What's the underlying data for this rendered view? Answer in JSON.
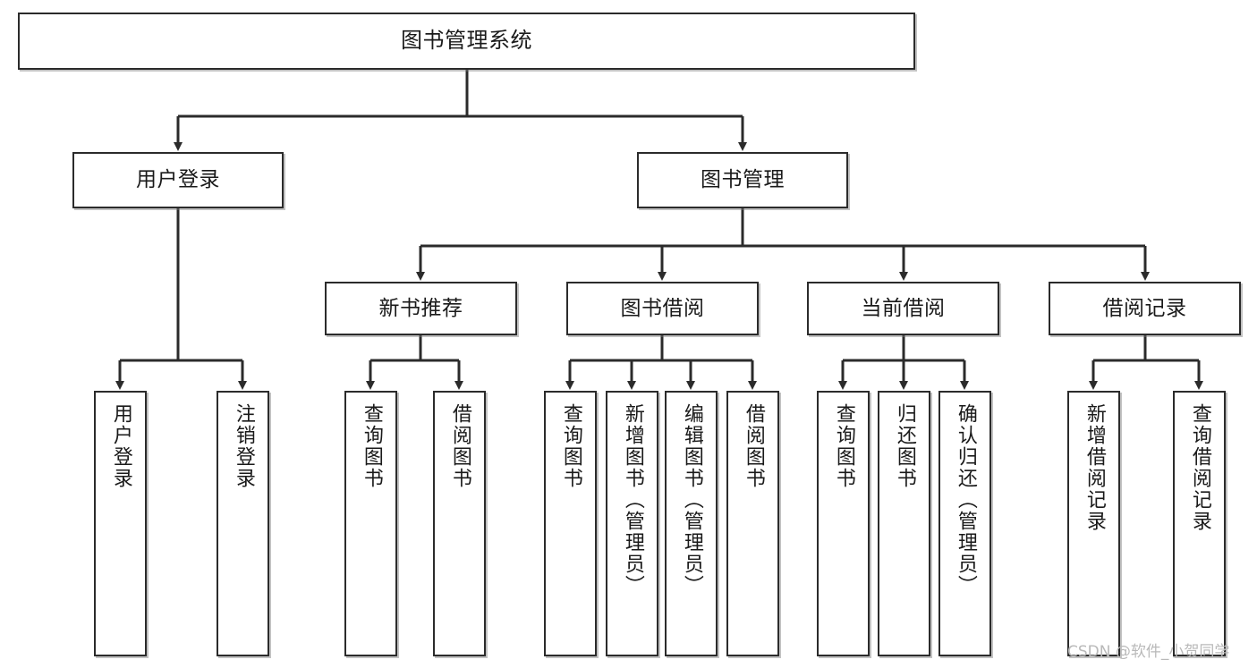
{
  "diagram": {
    "title": "图书管理系统",
    "watermark": "CSDN @软件_小贺同学",
    "colors": {
      "stroke": "#2b2b2b",
      "fill": "#ffffff",
      "text": "#1a1a1a",
      "watermark": "#b9b9b9"
    }
  },
  "nodes": {
    "root": {
      "label": "图书管理系统"
    },
    "level2": [
      {
        "label": "用户登录"
      },
      {
        "label": "图书管理"
      }
    ],
    "level3": [
      {
        "label": "新书推荐"
      },
      {
        "label": "图书借阅"
      },
      {
        "label": "当前借阅"
      },
      {
        "label": "借阅记录"
      }
    ],
    "leaves": {
      "user_login": [
        {
          "label": "用户登录"
        },
        {
          "label": "注销登录"
        }
      ],
      "new_book": [
        {
          "label": "查询图书"
        },
        {
          "label": "借阅图书"
        }
      ],
      "book_borrow": [
        {
          "label": "查询图书"
        },
        {
          "label": "新增图书（管理员）"
        },
        {
          "label": "编辑图书（管理员）"
        },
        {
          "label": "借阅图书"
        }
      ],
      "current_borrow": [
        {
          "label": "查询图书"
        },
        {
          "label": "归还图书"
        },
        {
          "label": "确认归还（管理员）"
        }
      ],
      "borrow_record": [
        {
          "label": "新增借阅记录"
        },
        {
          "label": "查询借阅记录"
        }
      ]
    }
  }
}
